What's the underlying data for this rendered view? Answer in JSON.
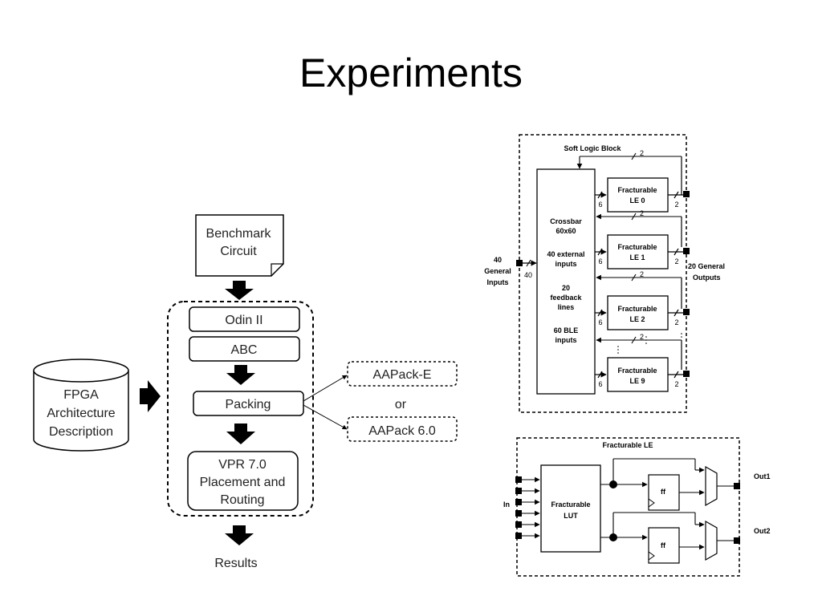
{
  "title": "Experiments",
  "flow": {
    "benchmark_line1": "Benchmark",
    "benchmark_line2": "Circuit",
    "fpga_line1": "FPGA",
    "fpga_line2": "Architecture",
    "fpga_line3": "Description",
    "odin": "Odin II",
    "abc": "ABC",
    "packing": "Packing",
    "vpr_line1": "VPR 7.0",
    "vpr_line2": "Placement and",
    "vpr_line3": "Routing",
    "results": "Results",
    "aapack_e": "AAPack-E",
    "or": "or",
    "aapack6": "AAPack 6.0"
  },
  "slb": {
    "title": "Soft Logic Block",
    "crossbar_lines": [
      "Crossbar",
      "60x60",
      "40 external",
      "inputs",
      "20",
      "feedback",
      "lines",
      "60 BLE",
      "inputs"
    ],
    "les": [
      {
        "line1": "Fracturable",
        "line2": "LE 0"
      },
      {
        "line1": "Fracturable",
        "line2": "LE 1"
      },
      {
        "line1": "Fracturable",
        "line2": "LE 2"
      },
      {
        "line1": "Fracturable",
        "line2": "LE 9"
      }
    ],
    "inputs_count": "40",
    "inputs_label_1": "General",
    "inputs_label_2": "Inputs",
    "bus_in": "40",
    "outputs_label_1": "20 General",
    "outputs_label_2": "Outputs",
    "bw_feedback": "2",
    "bw_in": "6",
    "bw_out": "2"
  },
  "fle": {
    "title": "Fracturable LE",
    "lut_line1": "Fracturable",
    "lut_line2": "LUT",
    "in_label": "In",
    "ff": "ff",
    "out1": "Out1",
    "out2": "Out2"
  }
}
